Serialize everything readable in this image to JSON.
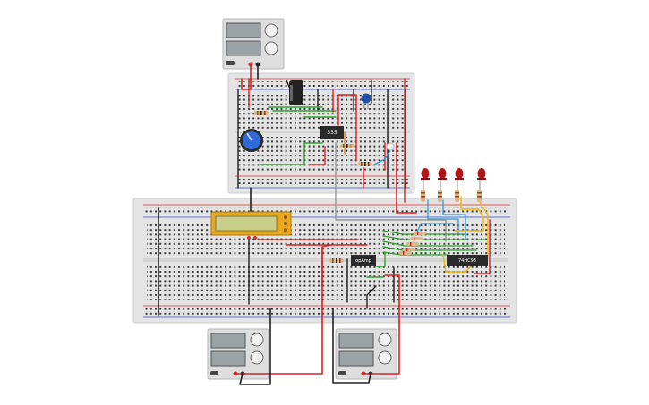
{
  "components": {
    "timer_ic": {
      "label": "555"
    },
    "opamp_ic": {
      "label": "opAmp"
    },
    "counter_ic": {
      "label": "74HC93"
    }
  },
  "colors": {
    "board": "#e6e6e6",
    "board_border": "#cfcfcf",
    "hole": "#3c3c3c",
    "rail_red": "#e03030",
    "rail_blue": "#3050d0",
    "wire_red": "#e02020",
    "wire_black": "#222222",
    "wire_green": "#2ea02e",
    "wire_yellow": "#f0b800",
    "wire_blue": "#2e9ad8",
    "wire_gray": "#9a9a9a",
    "wire_orange": "#e08020",
    "ic": "#2a2a2a",
    "led": "#b01818",
    "lcd": "#e8a820",
    "supply_body": "#dcdcdc"
  },
  "icons": [
    "power-supply-icon",
    "potentiometer-icon",
    "capacitor-icon",
    "led-icon",
    "resistor-icon",
    "lcd-icon"
  ]
}
